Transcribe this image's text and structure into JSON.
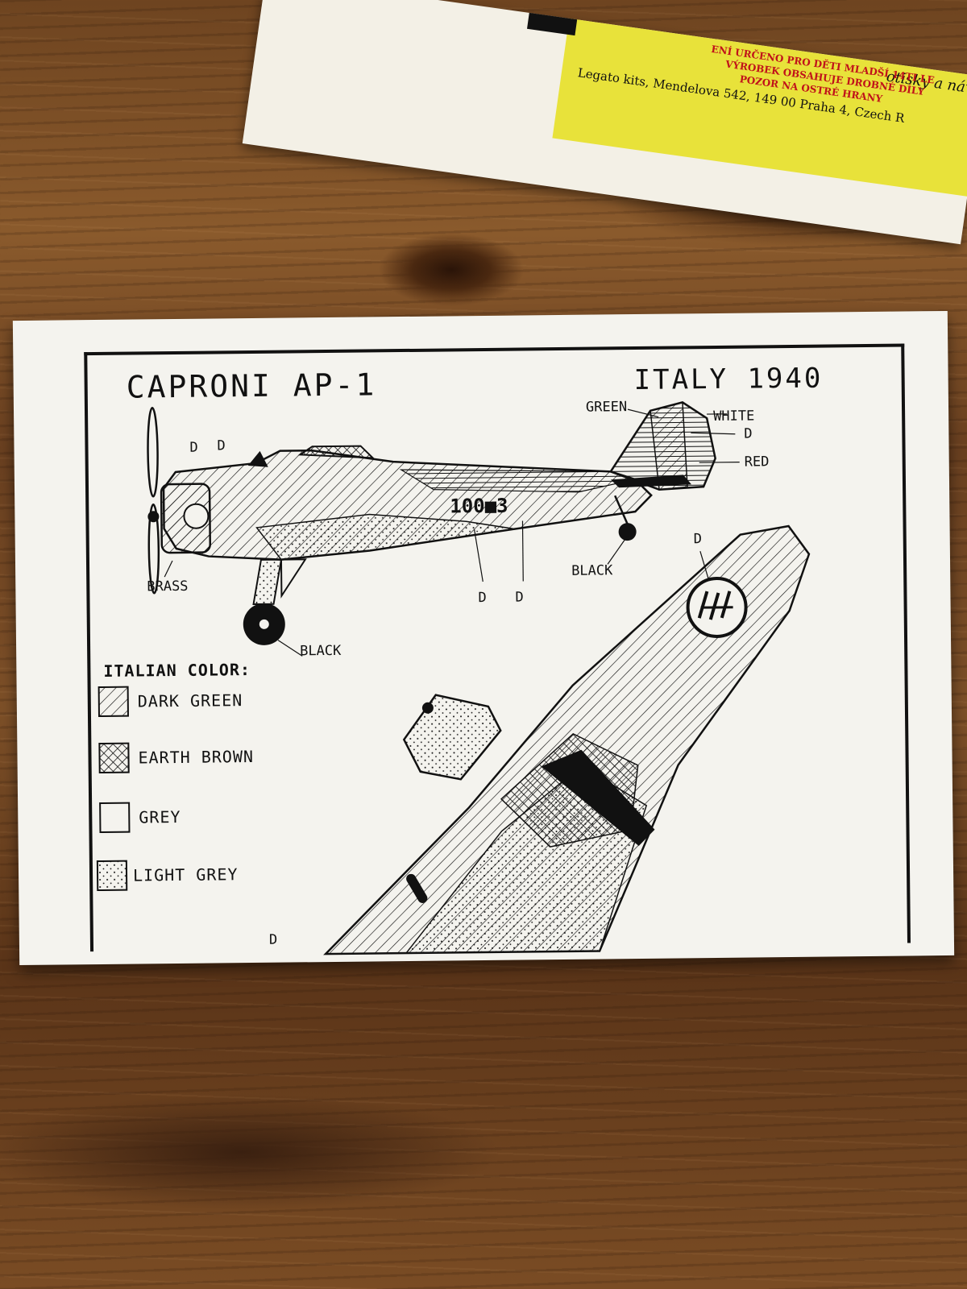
{
  "booklet": {
    "heading": "otisky a návo",
    "warning_lines": [
      "ENÍ URČENO PRO DĚTI MLADŠÍ 14TI LE",
      "VÝROBEK OBSAHUJE DROBNÉ DÍLY",
      "POZOR NA OSTRÉ HRANY"
    ],
    "address": "Legato kits, Mendelova 542, 149 00 Praha 4, Czech R"
  },
  "sheet": {
    "title": "CAPRONI AP-1",
    "subtitle": "ITALY 1940",
    "fuselage_code": "100■3",
    "callouts": {
      "green": "GREEN",
      "white": "WHITE",
      "red": "RED",
      "brass": "BRASS",
      "black_tail": "BLACK",
      "black_wheel": "BLACK",
      "decal": "D"
    },
    "legend": {
      "heading": "ITALIAN COLOR:",
      "items": [
        {
          "label": "DARK GREEN",
          "pattern": "diagonal-lines"
        },
        {
          "label": "EARTH BROWN",
          "pattern": "cross-hatch"
        },
        {
          "label": "GREY",
          "pattern": "blank"
        },
        {
          "label": "LIGHT GREY",
          "pattern": "dots"
        }
      ]
    }
  },
  "colors": {
    "wood": "#7a4c24",
    "paper": "#f4f3ee",
    "ink": "#111111",
    "booklet_yellow": "#e8e23a",
    "warning_red": "#c0121a"
  }
}
